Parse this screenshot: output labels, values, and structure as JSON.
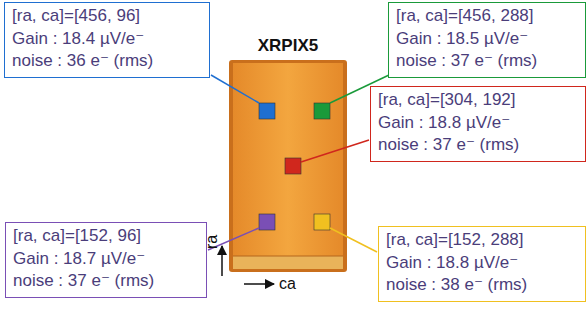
{
  "diagram": {
    "title": "XRPIX5",
    "nodes": [
      {
        "text": [
          "[ra, ca]=[456, 96]",
          "Gain : 18.4 µV/e⁻",
          "noise : 36 e⁻ (rms)"
        ]
      },
      {
        "text": [
          "[ra, ca]=[456, 288]",
          "Gain : 18.5 µV/e⁻",
          "noise : 37 e⁻ (rms)"
        ]
      },
      {
        "text": [
          "[ra, ca]=[304, 192]",
          "Gain : 18.8 µV/e⁻",
          "noise : 37 e⁻ (rms)"
        ]
      },
      {
        "text": [
          "[ra, ca]=[152, 96]",
          "Gain : 18.7 µV/e⁻",
          "noise : 37 e⁻ (rms)"
        ]
      },
      {
        "text": [
          "[ra, ca]=[152, 288]",
          "Gain : 18.8 µV/e⁻",
          "noise : 38 e⁻ (rms)"
        ]
      }
    ],
    "labels": [
      "ra",
      "ca"
    ]
  }
}
